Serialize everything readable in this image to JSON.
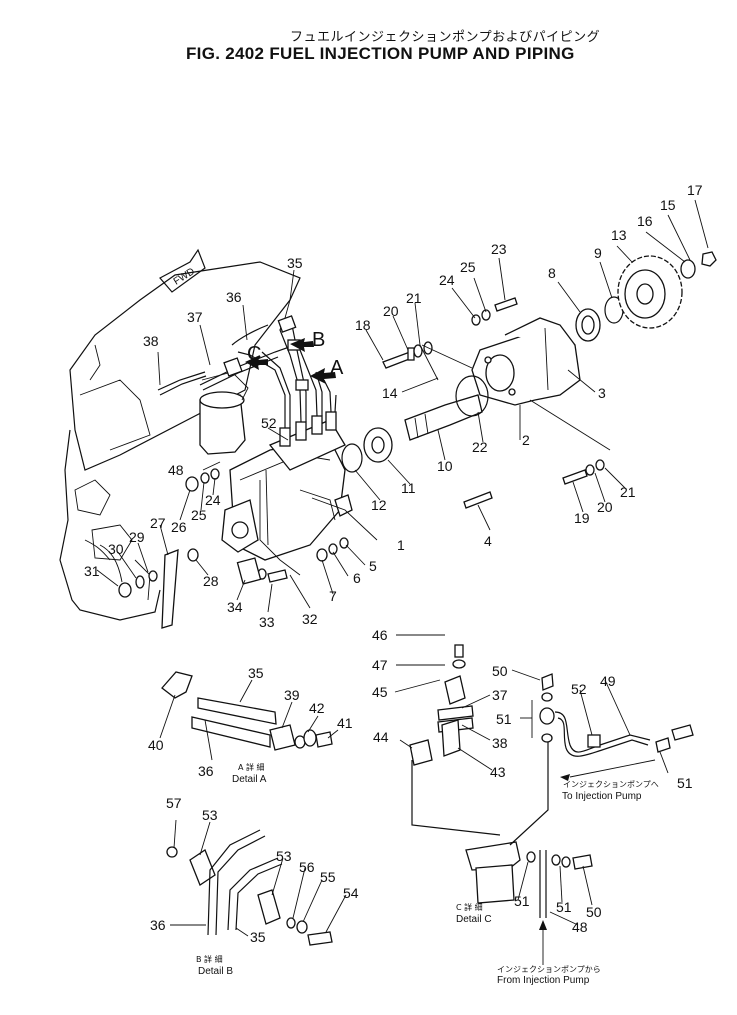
{
  "title": {
    "japanese": "フュエルインジェクションポンプおよびパイピング",
    "english": "FIG. 2402  FUEL INJECTION PUMP AND PIPING"
  },
  "arrow_labels": [
    "A",
    "B",
    "C"
  ],
  "engine_mark": "FWD",
  "part_callouts": [
    "1",
    "2",
    "3",
    "4",
    "5",
    "6",
    "7",
    "8",
    "9",
    "10",
    "11",
    "12",
    "13",
    "14",
    "15",
    "16",
    "17",
    "18",
    "19",
    "20",
    "20",
    "21",
    "21",
    "22",
    "23",
    "24",
    "24",
    "25",
    "25",
    "26",
    "27",
    "28",
    "29",
    "30",
    "31",
    "32",
    "33",
    "34",
    "35",
    "35",
    "35",
    "36",
    "36",
    "36",
    "37",
    "37",
    "38",
    "38",
    "39",
    "40",
    "41",
    "42",
    "43",
    "44",
    "45",
    "46",
    "47",
    "48",
    "48",
    "49",
    "50",
    "50",
    "51",
    "51",
    "51",
    "51",
    "52",
    "52",
    "53",
    "53",
    "54",
    "55",
    "56",
    "57"
  ],
  "details": {
    "a": {
      "jp": "A 詳 細",
      "en": "Detail A"
    },
    "b": {
      "jp": "B 詳 細",
      "en": "Detail B"
    },
    "c": {
      "jp": "C 詳 細",
      "en": "Detail C"
    }
  },
  "flow_notes": {
    "to_pump_jp": "インジェクションポンプへ",
    "to_pump_en": "To Injection Pump",
    "from_pump_jp": "インジェクションポンプから",
    "from_pump_en": "From Injection Pump"
  }
}
